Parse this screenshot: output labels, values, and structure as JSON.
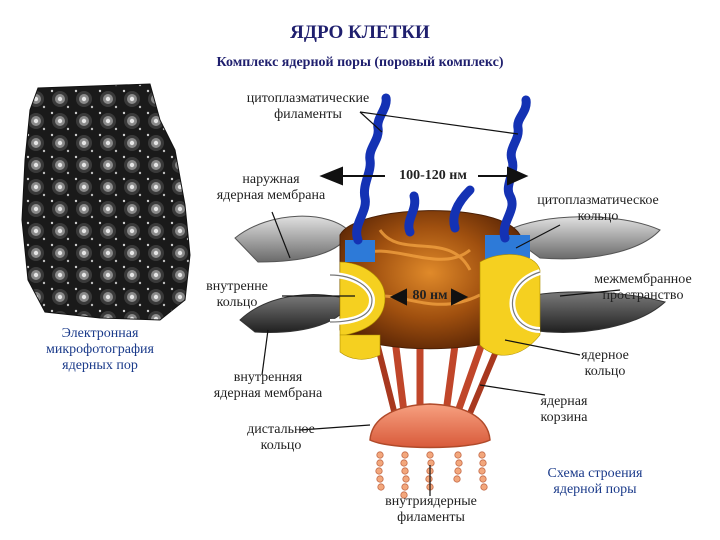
{
  "title": "ЯДРО КЛЕТКИ",
  "subtitle": "Комплекс ядерной поры (поровый комплекс)",
  "labels": {
    "cyto_filaments": [
      "цитоплазматические",
      "филаменты"
    ],
    "outer_membrane": [
      "наружная",
      "ядерная мембрана"
    ],
    "size_outer": "100-120 нм",
    "cyto_ring": [
      "цитоплазматическое",
      "кольцо"
    ],
    "inner_ring": [
      "внутренне",
      "кольцо"
    ],
    "size_inner": "80 нм",
    "intermembrane": [
      "межмембранное",
      "пространство"
    ],
    "nuclear_ring": [
      "ядерное",
      "кольцо"
    ],
    "inner_membrane": [
      "внутренняя",
      "ядерная мембрана"
    ],
    "basket": [
      "ядерная",
      "корзина"
    ],
    "distal_ring": [
      "дистальное",
      "кольцо"
    ],
    "intranuclear": [
      "внутриядерные",
      "филаменты"
    ],
    "em_caption": [
      "Электронная",
      "микрофотография",
      "ядерных пор"
    ],
    "scheme_caption": [
      "Схема строения",
      "ядерной поры"
    ]
  },
  "colors": {
    "title": "#1f1f6e",
    "caption": "#1a3a8a",
    "filament": "#1432b4",
    "ring_yellow": "#f5d020",
    "ring_blue": "#2d7ad8",
    "core_brown": "#8a3e0a",
    "basket_red": "#c0462a",
    "membrane_gray": "#9a9a9a"
  }
}
